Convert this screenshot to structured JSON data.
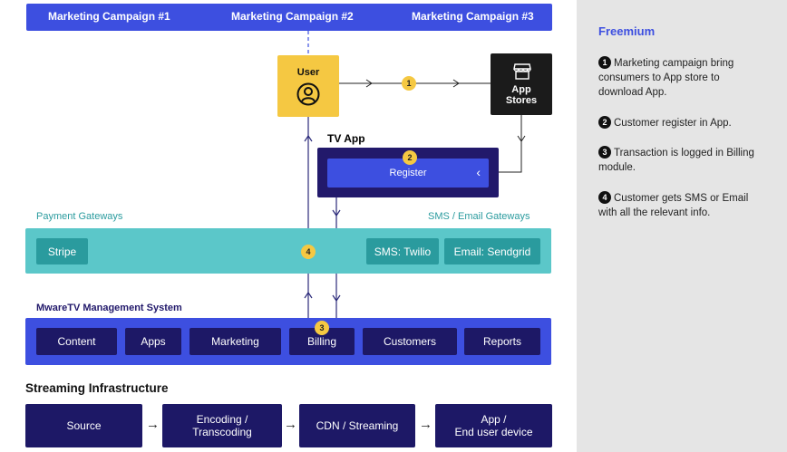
{
  "campaigns": [
    "Marketing Campaign #1",
    "Marketing Campaign #2",
    "Marketing Campaign #3"
  ],
  "user": {
    "label": "User",
    "icon": "user-circle-icon"
  },
  "app_stores": {
    "label_line1": "App",
    "label_line2": "Stores",
    "icon": "store-icon"
  },
  "tv_app": {
    "title": "TV App",
    "register_label": "Register",
    "chevron": "‹"
  },
  "gateways": {
    "payment_title": "Payment Gateways",
    "sms_email_title": "SMS / Email Gateways",
    "stripe": "Stripe",
    "sms": "SMS: Twilio",
    "email": "Email: Sendgrid"
  },
  "management": {
    "title": "MwareTV Management System",
    "modules": [
      "Content",
      "Apps",
      "Marketing",
      "Billing",
      "Customers",
      "Reports"
    ]
  },
  "streaming": {
    "title": "Streaming Infrastructure",
    "source": "Source",
    "encoding_line1": "Encoding /",
    "encoding_line2": "Transcoding",
    "cdn": "CDN / Streaming",
    "app_line1": "App /",
    "app_line2": "End user device"
  },
  "steps": [
    "1",
    "2",
    "3",
    "4"
  ],
  "panel": {
    "title": "Freemium",
    "items": [
      {
        "num": "1",
        "text": "Marketing campaign bring consumers to App store to download App."
      },
      {
        "num": "2",
        "text": "Customer register in App."
      },
      {
        "num": "3",
        "text": "Transaction is logged in Billing module."
      },
      {
        "num": "4",
        "text": "Customer gets SMS or Email with all the relevant info."
      }
    ]
  },
  "colors": {
    "primary_blue": "#3d4fe0",
    "navy": "#1d1866",
    "teal": "#5bc7c9",
    "teal_dark": "#2a9b9e",
    "yellow": "#f5c842",
    "panel_title": "#3d4fe0"
  }
}
